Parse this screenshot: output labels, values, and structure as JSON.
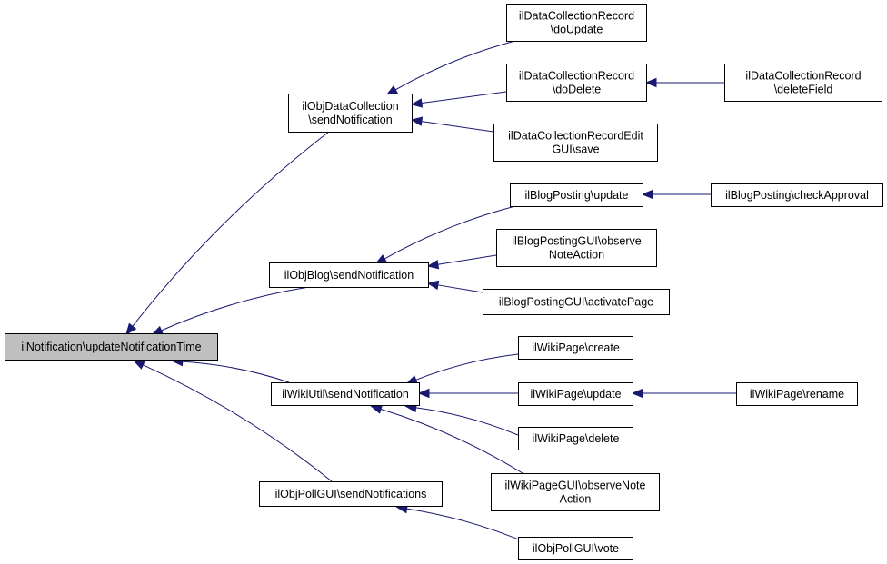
{
  "diagram": {
    "colors": {
      "edge": "#191970",
      "root_fill": "#bfbfbf",
      "node_fill": "#ffffff",
      "node_border": "#000000"
    },
    "nodes": {
      "root": {
        "lines": [
          "ilNotification\\updateNotificationTime"
        ]
      },
      "objdc_send": {
        "lines": [
          "ilObjDataCollection",
          "\\sendNotification"
        ]
      },
      "dcr_update": {
        "lines": [
          "ilDataCollectionRecord",
          "\\doUpdate"
        ]
      },
      "dcr_delete": {
        "lines": [
          "ilDataCollectionRecord",
          "\\doDelete"
        ]
      },
      "dcr_deletefield": {
        "lines": [
          "ilDataCollectionRecord",
          "\\deleteField"
        ]
      },
      "dcredit_save": {
        "lines": [
          "ilDataCollectionRecordEdit",
          "GUI\\save"
        ]
      },
      "blogpost_update": {
        "lines": [
          "ilBlogPosting\\update"
        ]
      },
      "blogpost_check": {
        "lines": [
          "ilBlogPosting\\checkApproval"
        ]
      },
      "blogpostgui_observe": {
        "lines": [
          "ilBlogPostingGUI\\observe",
          "NoteAction"
        ]
      },
      "objblog_send": {
        "lines": [
          "ilObjBlog\\sendNotification"
        ]
      },
      "blogpostgui_activate": {
        "lines": [
          "ilBlogPostingGUI\\activatePage"
        ]
      },
      "wiki_create": {
        "lines": [
          "ilWikiPage\\create"
        ]
      },
      "wikiutil_send": {
        "lines": [
          "ilWikiUtil\\sendNotification"
        ]
      },
      "wiki_update": {
        "lines": [
          "ilWikiPage\\update"
        ]
      },
      "wiki_rename": {
        "lines": [
          "ilWikiPage\\rename"
        ]
      },
      "wiki_delete": {
        "lines": [
          "ilWikiPage\\delete"
        ]
      },
      "wikigui_observe": {
        "lines": [
          "ilWikiPageGUI\\observeNote",
          "Action"
        ]
      },
      "poll_send": {
        "lines": [
          "ilObjPollGUI\\sendNotifications"
        ]
      },
      "poll_vote": {
        "lines": [
          "ilObjPollGUI\\vote"
        ]
      }
    },
    "edges": [
      {
        "from": "objdc_send",
        "to": "root"
      },
      {
        "from": "objblog_send",
        "to": "root"
      },
      {
        "from": "wikiutil_send",
        "to": "root"
      },
      {
        "from": "poll_send",
        "to": "root"
      },
      {
        "from": "dcr_update",
        "to": "objdc_send"
      },
      {
        "from": "dcr_delete",
        "to": "objdc_send"
      },
      {
        "from": "dcredit_save",
        "to": "objdc_send"
      },
      {
        "from": "dcr_deletefield",
        "to": "dcr_delete"
      },
      {
        "from": "blogpost_update",
        "to": "objblog_send"
      },
      {
        "from": "blogpostgui_observe",
        "to": "objblog_send"
      },
      {
        "from": "blogpostgui_activate",
        "to": "objblog_send"
      },
      {
        "from": "blogpost_check",
        "to": "blogpost_update"
      },
      {
        "from": "wiki_create",
        "to": "wikiutil_send"
      },
      {
        "from": "wiki_update",
        "to": "wikiutil_send"
      },
      {
        "from": "wiki_delete",
        "to": "wikiutil_send"
      },
      {
        "from": "wikigui_observe",
        "to": "wikiutil_send"
      },
      {
        "from": "wiki_rename",
        "to": "wiki_update"
      },
      {
        "from": "poll_vote",
        "to": "poll_send"
      }
    ]
  }
}
